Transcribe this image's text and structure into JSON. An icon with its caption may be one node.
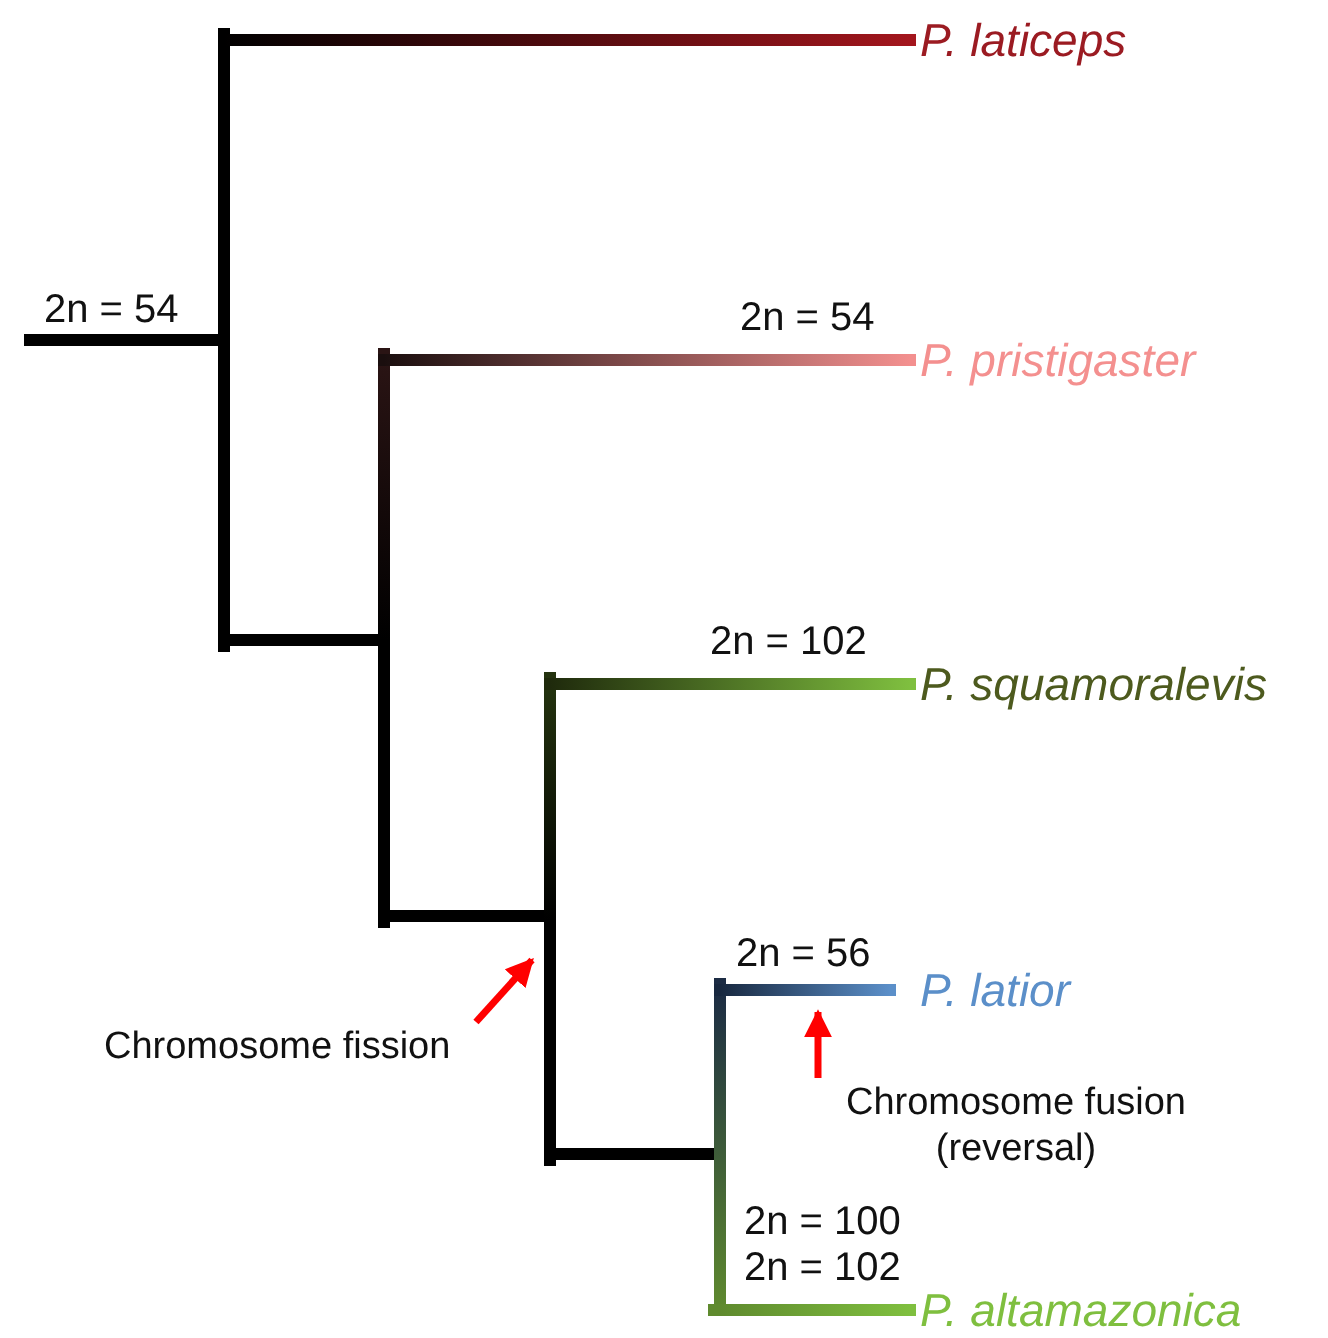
{
  "diagram": {
    "nodes": [
      {
        "text": [
          "Chromosome fission"
        ]
      },
      {
        "text": [
          "Chromosome fusion (reversal)"
        ]
      }
    ],
    "edges": [
      {
        "from": 0,
        "to": null,
        "arrow": "to",
        "color": "#ff0000"
      },
      {
        "from": 1,
        "to": null,
        "arrow": "to",
        "color": "#ff0000"
      }
    ],
    "labels": [
      "P. laticeps",
      "2n = 54",
      "2n = 54",
      "P. pristigaster",
      "2n = 102",
      "P. squamoralevis",
      "2n = 56",
      "P. latior",
      "2n = 100",
      "2n = 102",
      "P. altamazonica"
    ]
  }
}
